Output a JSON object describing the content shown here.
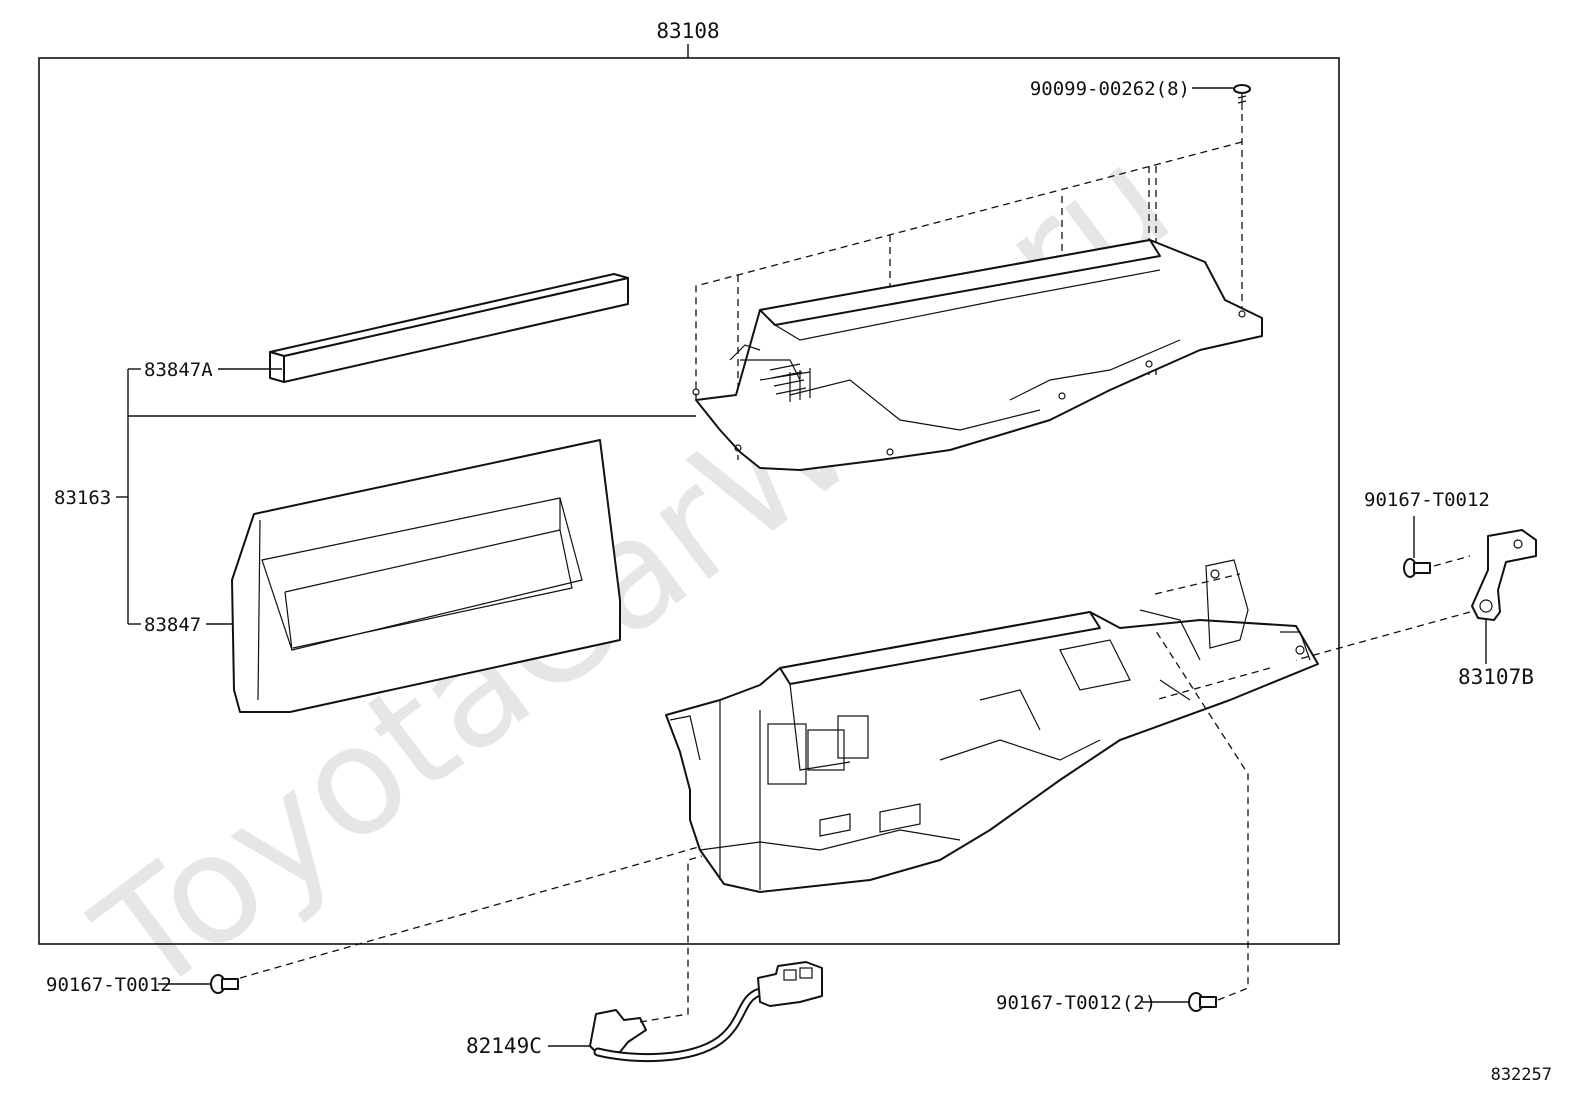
{
  "watermark": "ToyotaCarWire.ru",
  "diagram_number": "832257",
  "callouts": {
    "assembly": "83108",
    "screw_top": "90099-00262(8)",
    "pad_small": "83847A",
    "panel_group": "83163",
    "window_panel": "83847",
    "screw_right": "90167-T0012",
    "bracket": "83107B",
    "screw_left": "90167-T0012",
    "screw_bottom": "90167-T0012(2)",
    "wire_harness": "82149C"
  }
}
